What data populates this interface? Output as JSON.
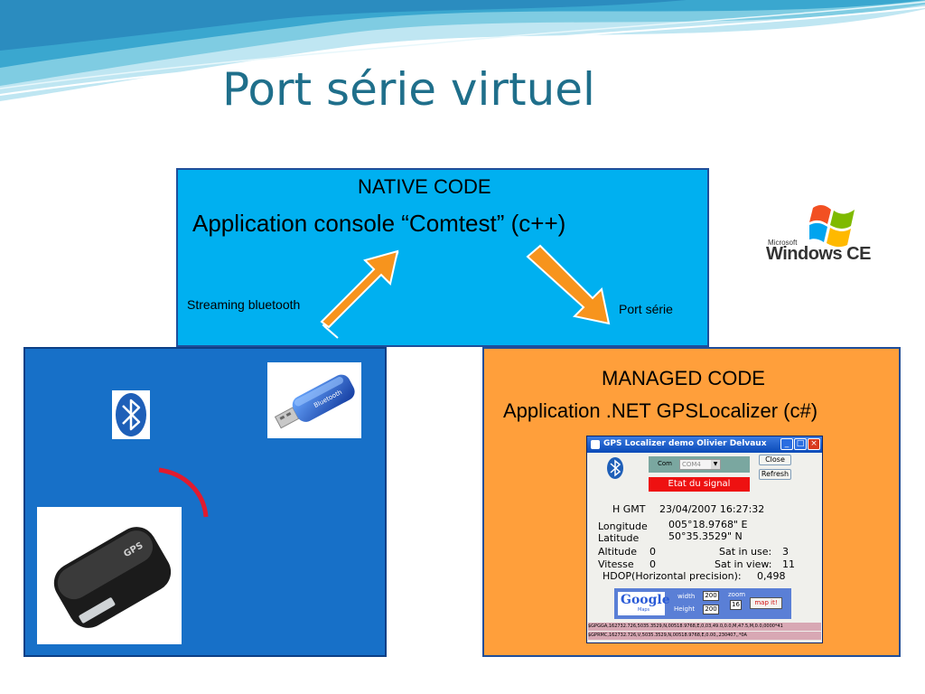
{
  "slide_title": "Port série virtuel",
  "native": {
    "heading": "NATIVE CODE",
    "app": "Application console “Comtest” (c++)",
    "streaming_label": "Streaming bluetooth",
    "port_label": "Port série"
  },
  "windows_logo": {
    "brand": "Microsoft",
    "product": "Windows CE"
  },
  "bluetooth_dongle_text": "Bluetooth",
  "gps_device_text": "GPS",
  "managed": {
    "heading": "MANAGED CODE",
    "app": "Application .NET GPSLocalizer (c#)"
  },
  "app_window": {
    "title": "GPS Localizer demo   Olivier Delvaux",
    "com_label": "Com",
    "com_value": "COM4",
    "close_label": "Close",
    "refresh_label": "Refresh",
    "signal_label": "Etat du signal",
    "hgmt_label": "H GMT",
    "hgmt_value": "23/04/2007 16:27:32",
    "longitude_label": "Longitude",
    "longitude_value": "005°18.9768\"  E",
    "latitude_label": "Latitude",
    "latitude_value": "50°35.3529\"  N",
    "altitude_label": "Altitude",
    "altitude_value": "0",
    "sat_in_use_label": "Sat in use:",
    "sat_in_use_value": "3",
    "vitesse_label": "Vitesse",
    "vitesse_value": "0",
    "sat_in_view_label": "Sat in view:",
    "sat_in_view_value": "11",
    "hdop_label": "HDOP(Horizontal precision):",
    "hdop_value": "0,498",
    "google_logo": "Google",
    "google_sub": "Maps",
    "width_label": "width",
    "width_value": "200",
    "height_label": "Height",
    "height_value": "200",
    "zoom_label": "zoom",
    "zoom_value": "16",
    "mapit_label": "map it!",
    "nmea_1": "$GPGGA,162732.726,5035.3529,N,00518.9768,E,0,03,49.0,0.0,M,47.5,M,0.0,0000*41",
    "nmea_2": "$GPRMC,162732.726,V,5035.3529,N,00518.9768,E,0.00,,230407,,*0A"
  },
  "colors": {
    "title": "#1f6f8b",
    "native_bg": "#00b0f0",
    "left_bg": "#1770c8",
    "managed_bg": "#ff9f3b",
    "arrow": "#f7941d"
  }
}
